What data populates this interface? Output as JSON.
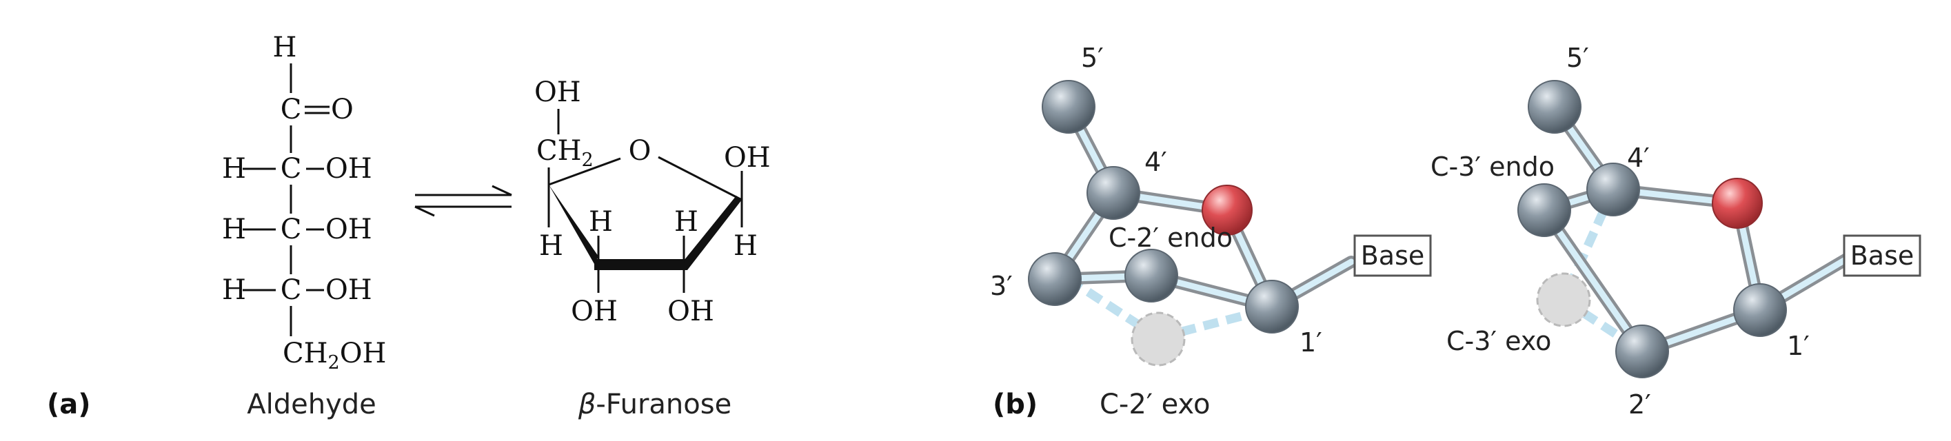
{
  "panel_a": {
    "panel_label": "(a)",
    "aldehyde": {
      "caption": "Aldehyde",
      "atoms": {
        "top_h": "H",
        "c1": "C",
        "o": "O",
        "h2": "H",
        "c2": "C",
        "oh2": "OH",
        "h3": "H",
        "c3": "C",
        "oh3": "OH",
        "h4": "H",
        "c4": "C",
        "oh4": "OH",
        "ch2oh_ch": "CH",
        "ch2oh_sub": "2",
        "ch2oh_oh": "OH"
      }
    },
    "furanose": {
      "caption_symbol": "β",
      "caption_text": "-Furanose",
      "atoms": {
        "top_oh": "OH",
        "ch2_ch": "CH",
        "ch2_sub": "2",
        "ring_o": "O",
        "anomeric_oh": "OH",
        "h_c4": "H",
        "h_c3": "H",
        "h_c2": "H",
        "h_c1": "H",
        "oh_c3": "OH",
        "oh_c2": "OH"
      }
    }
  },
  "panel_b": {
    "panel_label": "(b)",
    "c2_model": {
      "caption": "C-2′ exo",
      "labels": {
        "five": "5′",
        "four": "4′",
        "three": "3′",
        "one": "1′",
        "endo": "C-2′ endo",
        "base": "Base"
      }
    },
    "c3_model": {
      "labels": {
        "five": "5′",
        "four": "4′",
        "two": "2′",
        "one": "1′",
        "endo": "C-3′ endo",
        "exo": "C-3′ exo",
        "base": "Base"
      }
    }
  },
  "colors": {
    "carbon_atom": "#7d8a95",
    "oxygen_atom": "#d9464b",
    "bond_light": "#bfe0ef",
    "ghost_atom": "#dcdcdc"
  }
}
